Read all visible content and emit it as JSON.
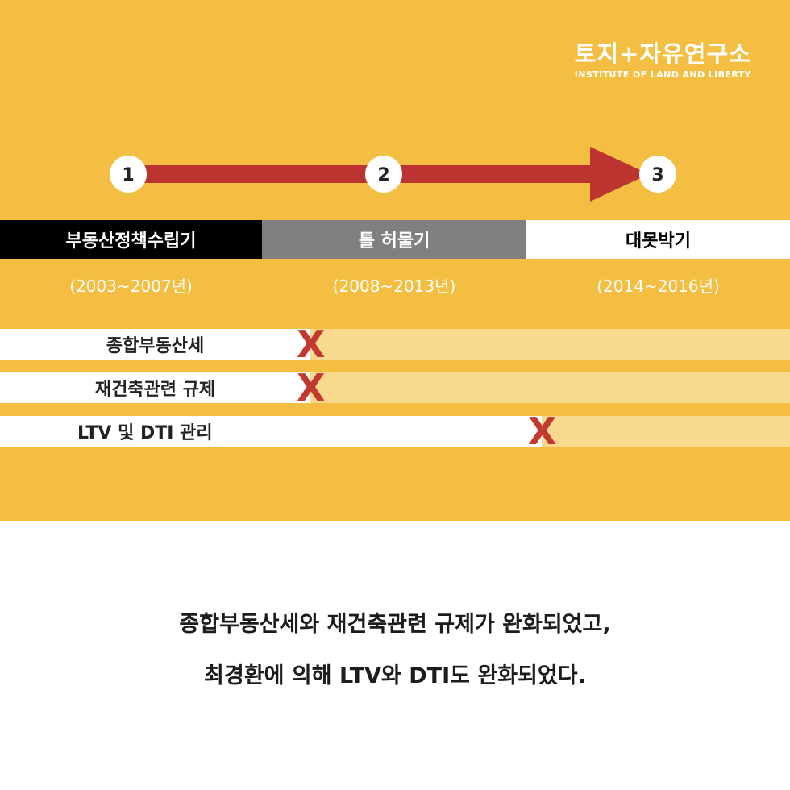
{
  "logo": {
    "main": "토지+자유연구소",
    "sub": "INSTITUTE OF LAND AND LIBERTY"
  },
  "timeline": {
    "steps": [
      "1",
      "2",
      "3"
    ],
    "arrow_color": "#bb3430"
  },
  "phases": [
    {
      "name": "부동산정책수립기",
      "period": "(2003~2007년)"
    },
    {
      "name": "틀 허물기",
      "period": "(2008~2013년)"
    },
    {
      "name": "대못박기",
      "period": "(2014~2016년)"
    }
  ],
  "policies": [
    {
      "label": "종합부동산세",
      "mark": "X",
      "abolished_in_phase": 2
    },
    {
      "label": "재건축관련 규제",
      "mark": "X",
      "abolished_in_phase": 2
    },
    {
      "label": "LTV 및 DTI 관리",
      "mark": "X",
      "abolished_in_phase": 3
    }
  ],
  "caption": {
    "line1": "종합부동산세와 재건축관련 규제가 완화되었고,",
    "line2": "최경환에 의해 LTV와 DTI도 완화되었다."
  },
  "colors": {
    "background": "#f3be42",
    "x_mark": "#c13a30",
    "faded_bar": "#f8d98e"
  }
}
